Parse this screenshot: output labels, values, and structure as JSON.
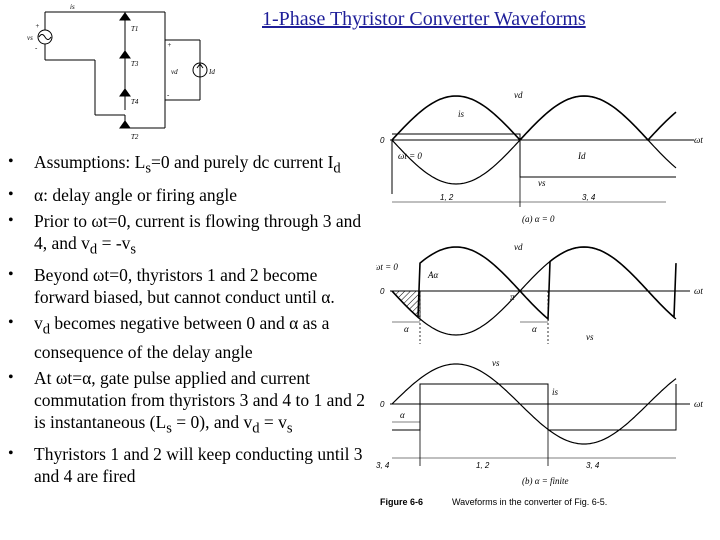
{
  "title": "1-Phase Thyristor Converter Waveforms",
  "bullets": [
    {
      "pre": "Assumptions: L",
      "sub1": "s",
      "post": "=0 and purely dc current I",
      "sub2": "d",
      "tail": ""
    },
    {
      "pre": "α: delay angle or firing angle",
      "sub1": "",
      "post": "",
      "sub2": "",
      "tail": ""
    },
    {
      "pre": "Prior to ωt=0, current is flowing through 3 and 4, and v",
      "sub1": "d",
      "post": " = -v",
      "sub2": "s",
      "tail": ""
    },
    {
      "pre": "Beyond ωt=0, thyristors 1 and 2 become forward biased, but cannot conduct until α.",
      "sub1": "",
      "post": "",
      "sub2": "",
      "tail": ""
    },
    {
      "pre": "v",
      "sub1": "d",
      "post": " becomes negative between 0 and α as a consequence of the delay angle",
      "sub2": "",
      "tail": ""
    },
    {
      "pre": "At ωt=α, gate pulse applied and current commutation from thyristors 3 and 4 to 1 and 2 is instantaneous (L",
      "sub1": "s",
      "post": " = 0), and v",
      "sub2": "d",
      "tail": " = v"
    },
    {
      "pre": "Thyristors 1 and 2 will keep conducting until 3 and 4 are fired",
      "sub1": "",
      "post": "",
      "sub2": "",
      "tail": ""
    }
  ],
  "bullet_tail_sub": "s",
  "circuit": {
    "labels": [
      "is",
      "vs",
      "T1",
      "T3",
      "T4",
      "T2",
      "vd",
      "Id",
      "+",
      "-",
      "+",
      "-"
    ]
  },
  "waveforms": {
    "panel_a": {
      "labels": {
        "vd": "vd",
        "is": "is",
        "zero": "0",
        "wt0": "ωt = 0",
        "omega_t": "ωt",
        "pos12": "1, 2",
        "pos34": "3, 4",
        "id": "Id",
        "vs": "vs",
        "caption": "(a) α = 0"
      }
    },
    "panel_b": {
      "labels": {
        "vd": "vd",
        "wt0": "ωt = 0",
        "Aa": "Aα",
        "zero": "0",
        "pi": "π",
        "alpha1": "α",
        "alpha2": "α",
        "omega_t": "ωt",
        "vs": "vs"
      }
    },
    "panel_c": {
      "labels": {
        "vs": "vs",
        "is": "is",
        "zero": "0",
        "alpha": "α",
        "omega_t": "ωt",
        "pos34a": "3, 4",
        "pos12": "1, 2",
        "pos34b": "3, 4",
        "caption": "(b) α = finite"
      }
    },
    "figure_caption": {
      "num": "Figure 6-6",
      "text": "Waveforms in the converter of Fig. 6-5."
    }
  }
}
